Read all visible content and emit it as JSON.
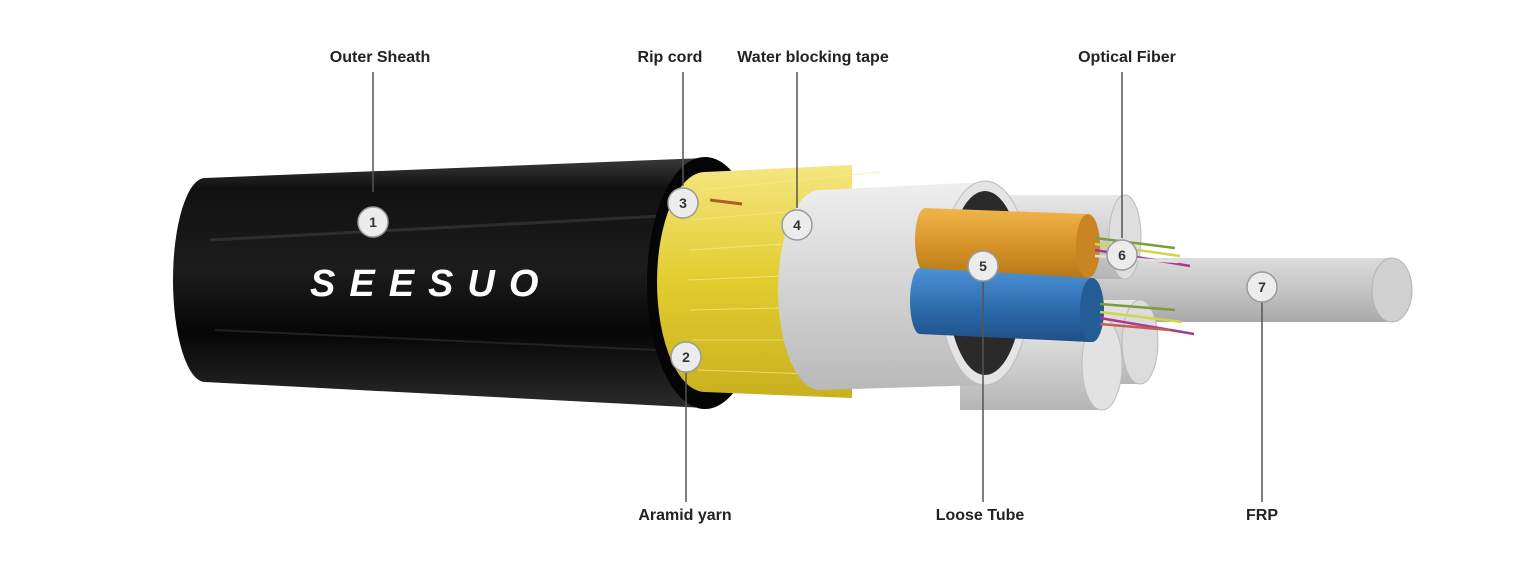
{
  "brand": "SEESUO",
  "components": [
    {
      "number": "1",
      "label": "Outer Sheath"
    },
    {
      "number": "2",
      "label": "Aramid yarn"
    },
    {
      "number": "3",
      "label": "Rip cord"
    },
    {
      "number": "4",
      "label": "Water blocking tape"
    },
    {
      "number": "5",
      "label": "Loose Tube"
    },
    {
      "number": "6",
      "label": "Optical Fiber"
    },
    {
      "number": "7",
      "label": "FRP"
    }
  ],
  "colors": {
    "sheath": "#0d0d0d",
    "aramid": "#e6d23a",
    "tape": "#d9d9d9",
    "tube_orange": "#d99a32",
    "tube_blue": "#2f73b5",
    "frp": "#c8c8c8",
    "leader": "#555555",
    "badge": "#ececec"
  }
}
